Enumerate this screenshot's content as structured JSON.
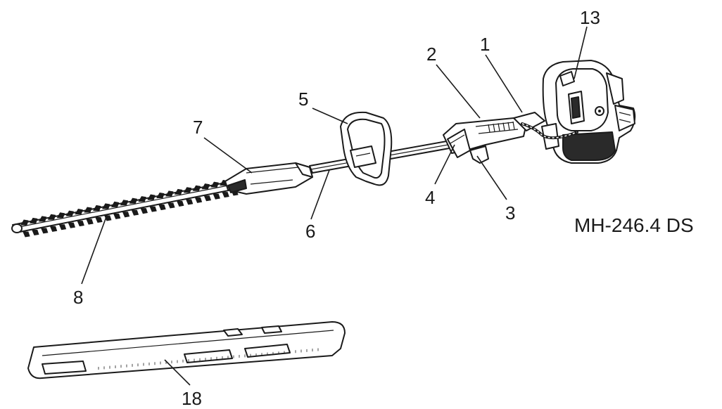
{
  "model_label": "MH-246.4 DS",
  "callouts": {
    "engine": "13",
    "throttle_handle": "1",
    "throttle_trigger_area": "2",
    "throttle_trigger": "3",
    "throttle_lockout": "4",
    "front_handle": "5",
    "shaft": "6",
    "gearbox": "7",
    "cutter_bar": "8",
    "blade_cover": "18"
  }
}
